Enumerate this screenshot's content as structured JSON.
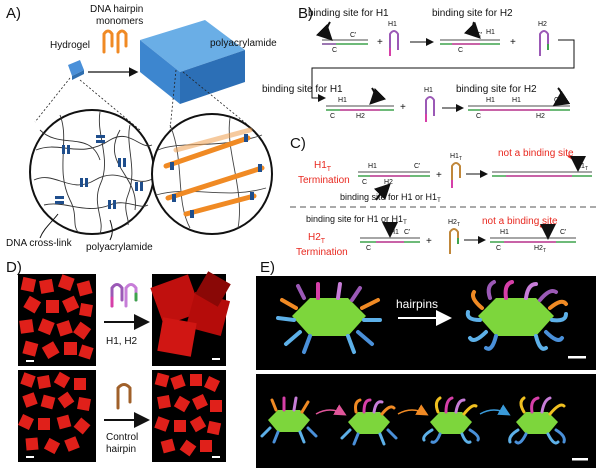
{
  "panels": {
    "A": {
      "letter": "A)",
      "hydrogel": "Hydrogel",
      "hairpin_monomers_1": "DNA hairpin",
      "hairpin_monomers_2": "monomers",
      "polyacrylamide_top": "polyacrylamide",
      "dna_crosslink": "DNA cross-link",
      "polyacrylamide_bottom": "polyacrylamide"
    },
    "B": {
      "letter": "B)",
      "binding_h1": "binding site for H1",
      "binding_h2": "binding site for H2",
      "binding_h1_row2": "binding site for H1",
      "binding_h2_row2": "binding site for H2",
      "h1": "H1",
      "h2": "H2",
      "c": "C",
      "cprime": "C'",
      "plus": "+"
    },
    "C": {
      "letter": "C)",
      "h1t_label": "H1",
      "h1t_sub": "T",
      "termination": "Termination",
      "h2t_label": "H2",
      "h2t_sub": "T",
      "not_binding": "not a binding site",
      "binding_h1_or_h1t_a": "binding site for H1 or H1",
      "binding_h1_or_h1t_b": "binding site for H1 or H1",
      "t_sub": "T"
    },
    "D": {
      "letter": "D)",
      "h1h2": "H1, H2",
      "control_1": "Control",
      "control_2": "hairpin"
    },
    "E": {
      "letter": "E)",
      "hairpins": "hairpins"
    }
  },
  "colors": {
    "gel_blue": "#4a90d9",
    "hairpin_orange": "#f08a24",
    "crosslink_blue": "#1f4e8c",
    "red_cube": "#e0201a",
    "green_gel": "#7dd63c",
    "purple": "#9b59b6",
    "magenta": "#d63fa8",
    "accent_red": "#e8281f"
  }
}
